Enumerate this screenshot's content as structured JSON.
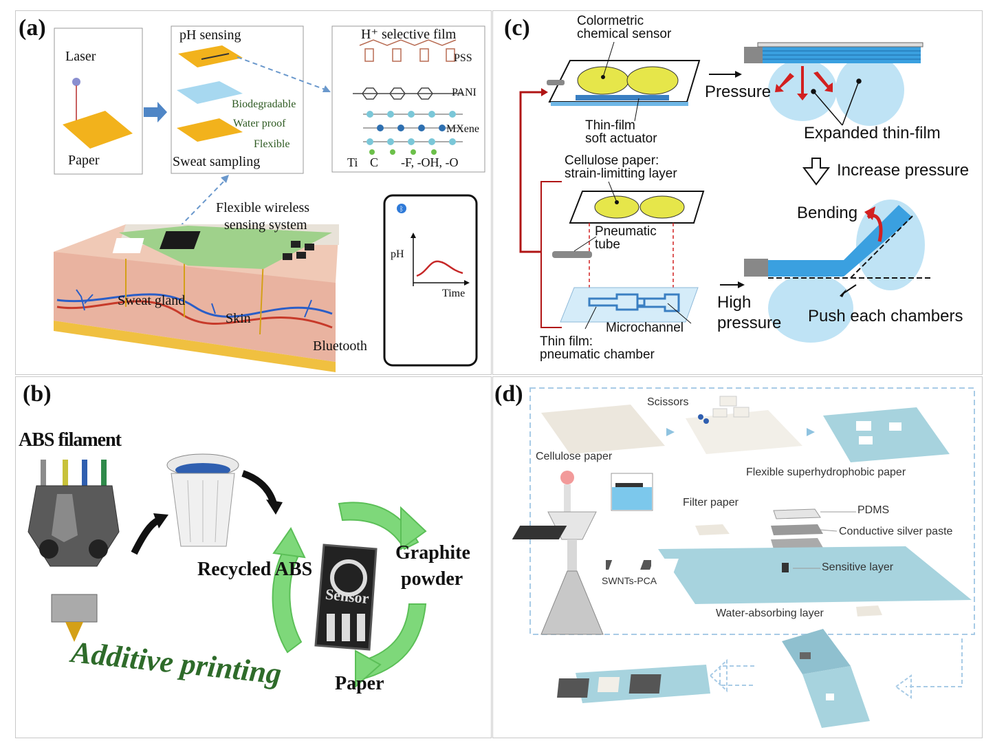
{
  "panels": {
    "a": {
      "letter": "(a)",
      "laser": "Laser",
      "paper": "Paper",
      "ph_sensing": "pH sensing",
      "biodegradable": "Biodegradable",
      "water_proof": "Water proof",
      "flexible": "Flexible",
      "sweat_sampling": "Sweat sampling",
      "selective_film": "H⁺ selective film",
      "pss": "PSS",
      "pani": "PANI",
      "mxene": "MXene",
      "ti": "Ti",
      "c": "C",
      "terminations": "-F, -OH, -O",
      "system_line1": "Flexible wireless",
      "system_line2": "sensing system",
      "sweat_gland": "Sweat gland",
      "skin": "Skin",
      "bluetooth": "Bluetooth",
      "ph": "pH",
      "time": "Time"
    },
    "b": {
      "letter": "(b)",
      "abs_filament": "ABS filament",
      "recycled_abs": "Recycled ABS",
      "graphite_line1": "Graphite",
      "graphite_line2": "powder",
      "sensor": "Sensor",
      "additive_printing": "Additive printing",
      "paper": "Paper"
    },
    "c": {
      "letter": "(c)",
      "colorimetric_line1": "Colormetric",
      "colorimetric_line2": "chemical sensor",
      "pressure": "Pressure",
      "thinfilm_line1": "Thin-film",
      "thinfilm_line2": "soft actuator",
      "expanded": "Expanded thin-film",
      "increase_pressure": "Increase pressure",
      "cellulose_line1": "Cellulose paper:",
      "cellulose_line2": "strain-limitting layer",
      "bending": "Bending",
      "pneumatic_line1": "Pneumatic",
      "pneumatic_line2": "tube",
      "high_line1": "High",
      "high_line2": "pressure",
      "push_chambers": "Push each chambers",
      "microchannel": "Microchannel",
      "chamber_line1": "Thin film:",
      "chamber_line2": "pneumatic chamber"
    },
    "d": {
      "letter": "(d)",
      "scissors": "Scissors",
      "cellulose_paper": "Cellulose paper",
      "superhydrophobic": "Flexible superhydrophobic paper",
      "filter_paper": "Filter paper",
      "pdms": "PDMS",
      "silver_paste": "Conductive silver paste",
      "sensitive_layer": "Sensitive layer",
      "swnts": "SWNTs-PCA",
      "water_absorbing": "Water-absorbing layer"
    }
  },
  "colors": {
    "panel_border": "#c8c8c8",
    "paper_yellow": "#f2b21c",
    "arrow_blue": "#4f86c6",
    "dashed_blue": "#6a98cc",
    "skin_pink": "#e9b3a0",
    "chip_green": "#9fd18b",
    "recycle_green": "#7ed87a",
    "text_green": "#2e6b2a",
    "sensor_yellow": "#e6e64a",
    "actuator_blue": "#3aa0e0",
    "bubble_blue": "#bfe3f5",
    "red": "#d22020",
    "dark_red": "#b01515",
    "sheet_blue": "#a7d3de",
    "sheet_beige": "#ece7dd"
  }
}
